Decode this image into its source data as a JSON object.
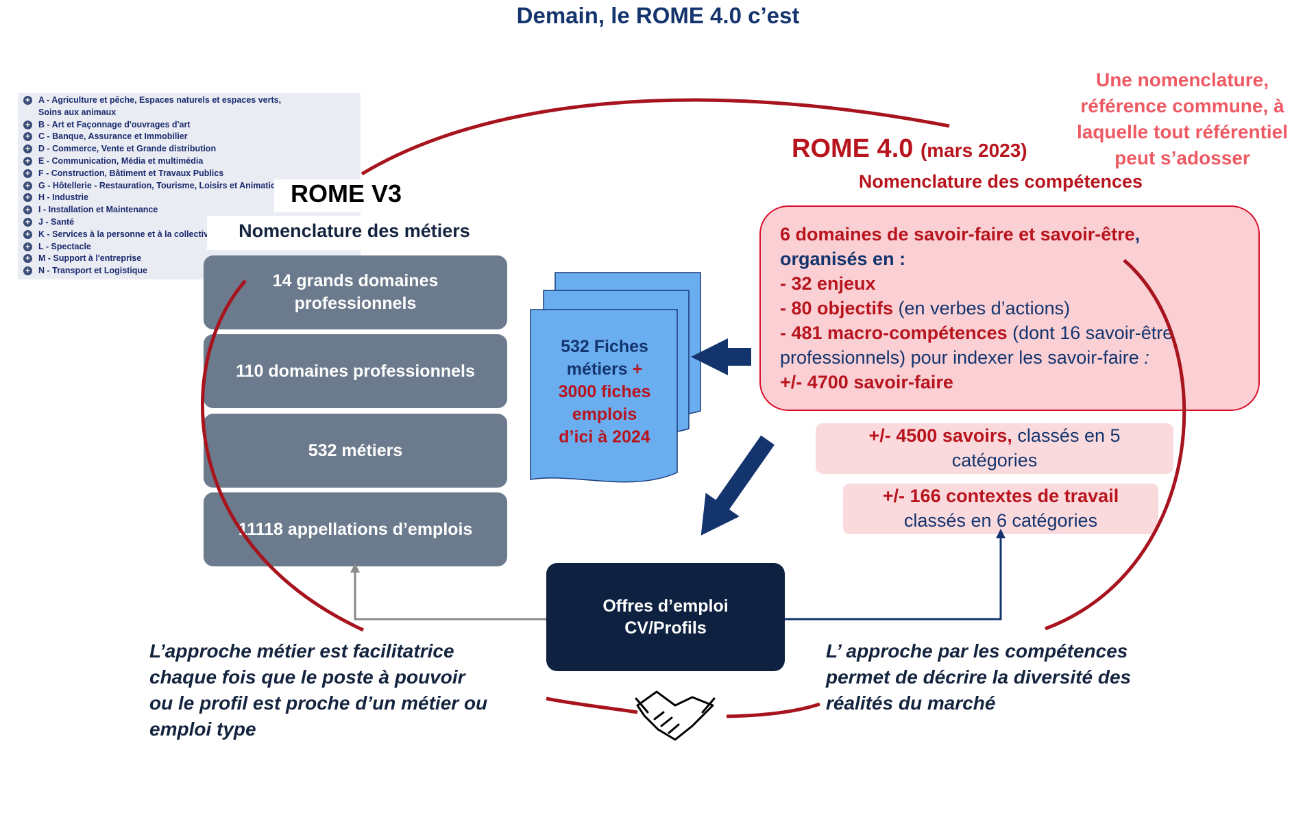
{
  "title": "Demain, le ROME 4.0 c’est",
  "domain_list": [
    "A - Agriculture et pêche, Espaces naturels et espaces verts,",
    "Soins aux animaux",
    "B - Art et Façonnage d'ouvrages d'art",
    "C - Banque, Assurance et Immobilier",
    "D - Commerce, Vente et Grande distribution",
    "E - Communication, Média et multimédia",
    "F - Construction, Bâtiment et Travaux Publics",
    "G - Hôtellerie - Restauration, Tourisme, Loisirs et Animation",
    "H - Industrie",
    "I - Installation et Maintenance",
    "J - Santé",
    "K - Services à la personne et à la collectivité",
    "L - Spectacle",
    "M - Support à l'entreprise",
    "N - Transport et Logistique"
  ],
  "rome_v3": {
    "title": "ROME V3",
    "subtitle": "Nomenclature des métiers",
    "boxes": [
      {
        "line1": "14 grands domaines",
        "line2": "professionnels"
      },
      {
        "line1": "110 domaines professionnels",
        "line2": ""
      },
      {
        "line1": "532 métiers",
        "line2": ""
      },
      {
        "line1": "11118 appellations d’emplois",
        "line2": ""
      }
    ]
  },
  "fiches": {
    "line1": "532 Fiches",
    "line2": "métiers",
    "plus": "+",
    "line3": "3000 fiches",
    "line4": "emplois",
    "line5": "d’ici à 2024"
  },
  "rome_4": {
    "title": "ROME 4.0",
    "date": "(mars 2023)",
    "subtitle": "Nomenclature des compétences",
    "note": [
      "Une nomenclature,",
      "référence commune, à",
      "laquelle tout référentiel",
      "peut s’adosser"
    ],
    "pink": {
      "l1a": "6 domaines de savoir-faire et savoir-être",
      "l1b": ",",
      "l2": "organisés en :",
      "l3": "- 32 enjeux",
      "l4a": "- 80 objectifs",
      "l4b": " (en verbes d’actions)",
      "l5a": "- 481 macro-compétences",
      "l5b": " (dont 16 savoir-être",
      "l6a": "professionnels) pour indexer les savoir-faire",
      "l6b": " :",
      "l7": "+/- 4700 savoir-faire"
    },
    "savoirs": {
      "a": "+/- 4500 savoirs,",
      "b": " classés en  5",
      "c": "catégories"
    },
    "contextes": {
      "a": "+/- 166 contextes de travail",
      "b": "classés en 6 catégories"
    }
  },
  "offres": {
    "line1": "Offres d’emploi",
    "line2": "CV/Profils"
  },
  "left_text": [
    "L’approche métier est facilitatrice",
    "chaque fois que le poste à pouvoir",
    "ou le profil est proche d’un métier ou",
    "emploi type"
  ],
  "right_text": [
    "L’ approche par les compétences",
    "permet de décrire la diversité des",
    "réalités du marché"
  ],
  "colors": {
    "navy": "#14346e",
    "red": "#b8141e",
    "gray_box": "#6b7a8c",
    "pink": "#fad0d4",
    "dark": "#0e2140"
  }
}
